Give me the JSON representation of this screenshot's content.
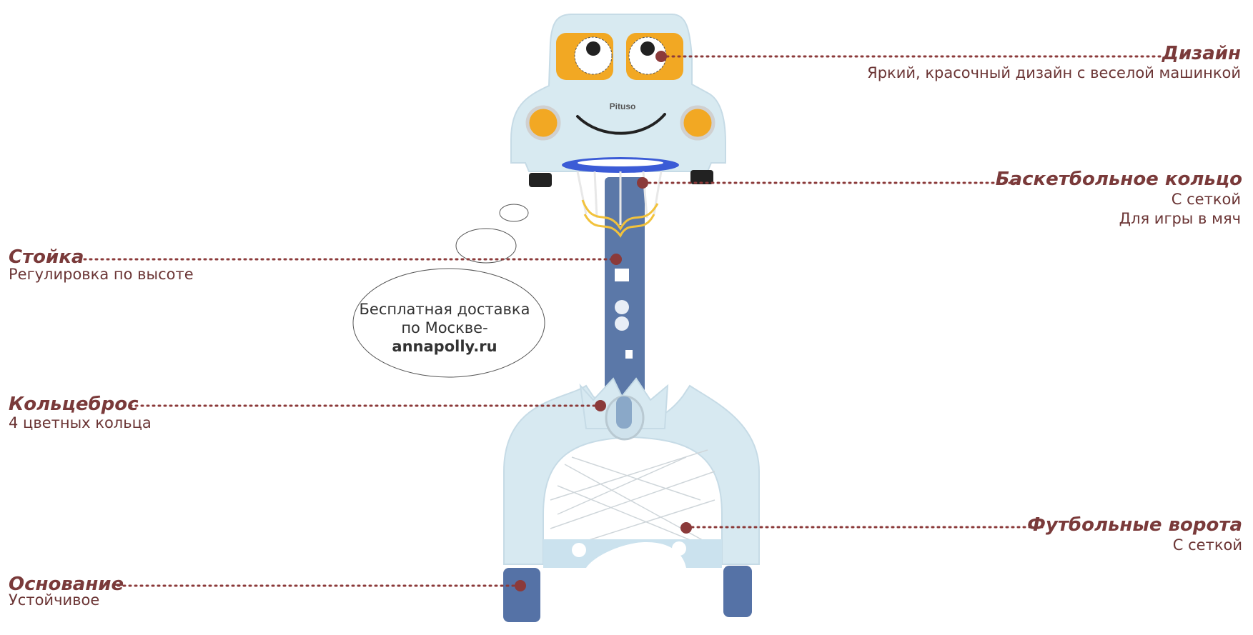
{
  "brand": "Pituso",
  "callouts": {
    "design": {
      "title": "Дизайн",
      "lines": [
        "Яркий, красочный дизайн с веселой машинкой"
      ]
    },
    "hoop": {
      "title": "Баскетбольное кольцо",
      "lines": [
        "С сеткой",
        "Для игры в мяч"
      ]
    },
    "stand": {
      "title": "Стойка",
      "lines": [
        "Регулировка по высоте"
      ]
    },
    "ringtoss": {
      "title": "Кольцеброс",
      "lines": [
        "4 цветных кольца"
      ]
    },
    "goal": {
      "title": "Футбольные ворота",
      "lines": [
        "С сеткой"
      ]
    },
    "base": {
      "title": "Основание",
      "lines": [
        "Устойчивое"
      ]
    }
  },
  "bubble": {
    "line1": "Бесплатная доставка",
    "line2": "по Москве-",
    "line3": "annapolly.ru"
  },
  "colors": {
    "label": "#7a3a3a",
    "dot": "#8b3a3a",
    "body": "#dcebf2",
    "pole": "#5b78a8",
    "accent": "#f2a823",
    "rim": "#3b5bd6"
  }
}
